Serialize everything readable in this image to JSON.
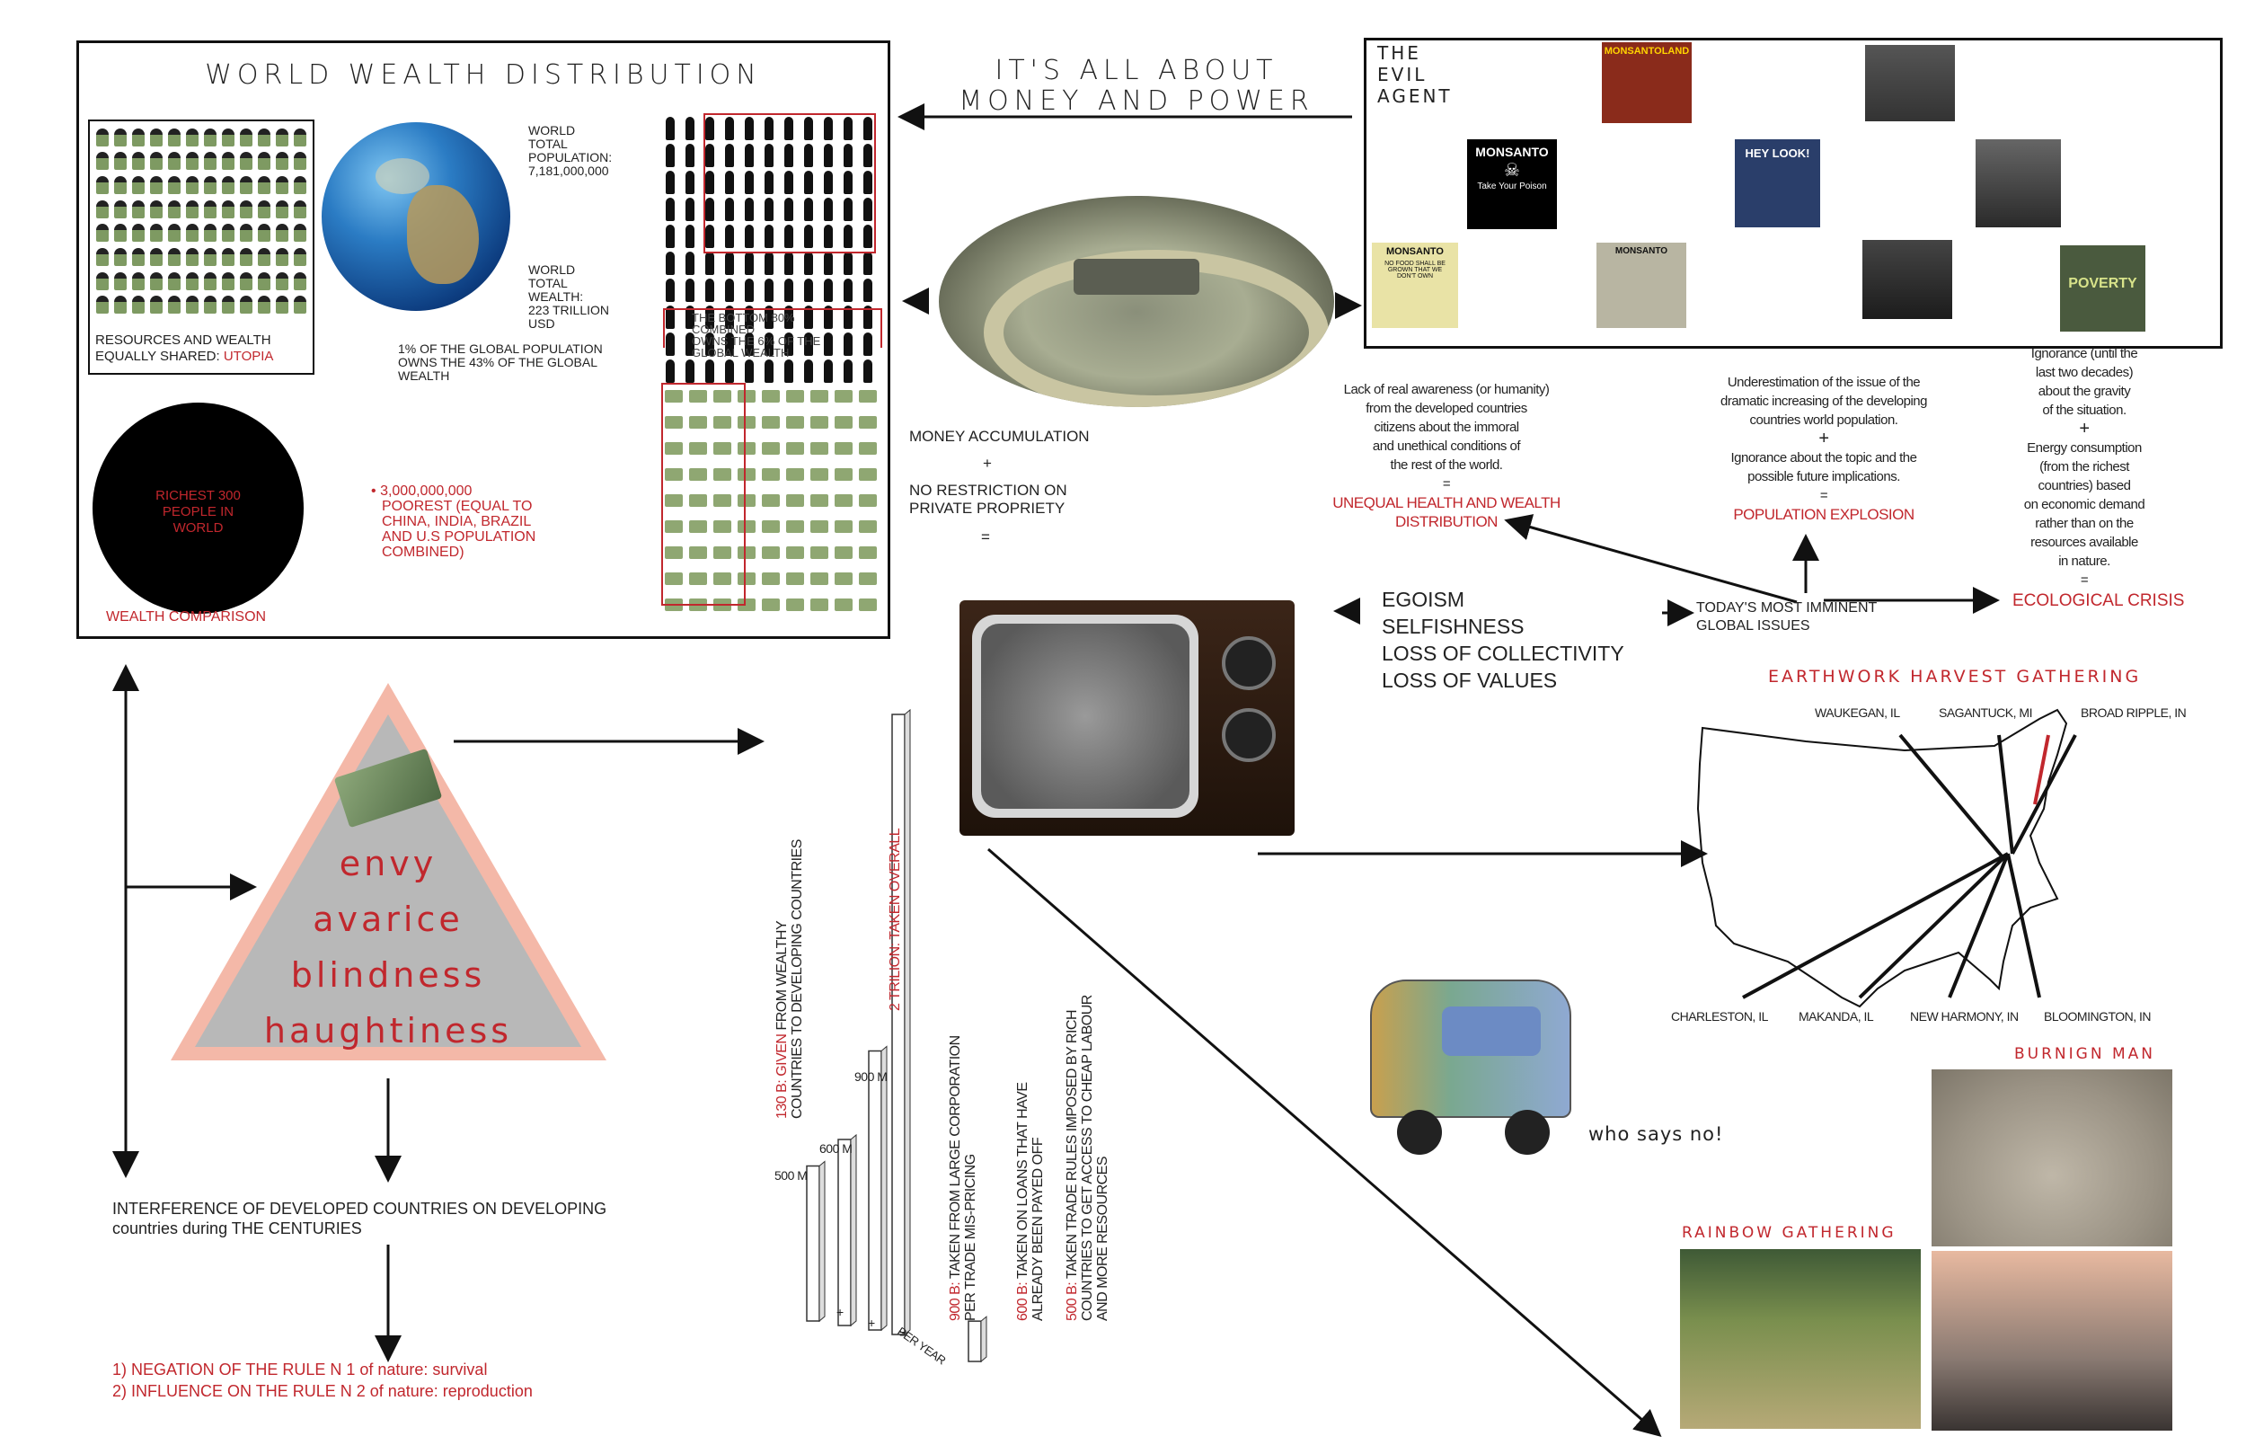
{
  "wealth_box": {
    "title": "WORLD WEALTH DISTRIBUTION",
    "population": [
      "WORLD",
      "TOTAL",
      "POPULATION:",
      "7,181,000,000"
    ],
    "wealth": [
      "WORLD",
      "TOTAL",
      "WEALTH:",
      "223 TRILLION",
      "USD"
    ],
    "utopia_text": "RESOURCES AND WEALTH",
    "utopia_text2": "EQUALLY SHARED:",
    "utopia_word": "UTOPIA",
    "one_percent": [
      "1% OF THE GLOBAL POPULATION",
      "OWNS THE 43% OF THE GLOBAL",
      "WEALTH"
    ],
    "bottom80": [
      "THE BOTTOM 80% COMBINED",
      "OWNS THE 6% OF THE",
      "GLOBAL WEALTH"
    ],
    "richest": [
      "RICHEST 300",
      "PEOPLE IN",
      "WORLD"
    ],
    "poorest": [
      "3,000,000,000",
      "POOREST (EQUAL TO",
      "CHINA, INDIA, BRAZIL",
      "AND U.S POPULATION",
      "COMBINED)"
    ],
    "comparison": "WEALTH COMPARISON",
    "bullet": "•"
  },
  "money_power": [
    "IT'S ALL ABOUT",
    "MONEY AND POWER"
  ],
  "evil_agent": {
    "title": [
      "THE",
      "EVIL",
      "AGENT"
    ],
    "posters": [
      "MONSANTOLAND",
      "MONSANTO",
      "Take Your Poison",
      "HEY LOOK!",
      "MONSANTO",
      "NO FOOD SHALL BE GROWN THAT WE DON'T OWN",
      "MONSANTO",
      "POVERTY"
    ]
  },
  "equation": {
    "money": "MONEY ACCUMULATION",
    "plus": "+",
    "no_restriction": [
      "NO RESTRICTION ON",
      "PRIVATE PROPRIETY"
    ],
    "equals": "="
  },
  "issues": {
    "awareness": [
      "Lack of real awareness (or humanity)",
      "from the developed countries",
      "citizens about the immoral",
      "and unethical conditions of",
      "the rest of the world."
    ],
    "awareness_eq": "=",
    "unequal": [
      "UNEQUAL  HEALTH AND WEALTH",
      "DISTRIBUTION"
    ],
    "under": [
      "Underestimation of the issue of the",
      "dramatic increasing of the developing",
      "countries world population."
    ],
    "under_plus": "+",
    "ignorance": [
      "Ignorance about the topic and the",
      "possible future implications."
    ],
    "under_eq": "=",
    "population": "POPULATION EXPLOSION",
    "ignorance_gravity": [
      "Ignorance (until the",
      "last two decades)",
      "about the gravity",
      "of the situation."
    ],
    "energy_plus": "+",
    "energy": [
      "Energy consumption",
      "(from the richest",
      "countries) based",
      "on economic demand",
      "rather than on the",
      "resources available",
      "in nature."
    ],
    "energy_eq": "=",
    "ecological": "ECOLOGICAL CRISIS",
    "imminent": [
      "TODAY'S MOST IMMINENT",
      "GLOBAL ISSUES"
    ],
    "egoism": [
      "EGOISM",
      "SELFISHNESS",
      "LOSS OF COLLECTIVITY",
      "LOSS OF VALUES"
    ]
  },
  "sins": [
    "envy",
    "avarice",
    "blindness",
    "haughtiness"
  ],
  "interference": [
    "INTERFERENCE OF DEVELOPED COUNTRIES ON DEVELOPING",
    "countries during THE CENTURIES"
  ],
  "rules": [
    "1)  NEGATION OF THE RULE N 1 of nature: survival",
    "2) INFLUENCE ON THE RULE N 2 of nature: reproduction"
  ],
  "chart_data": {
    "type": "bar",
    "categories": [
      "130B",
      "500 M",
      "600 M",
      "900 M",
      "2 TRILION"
    ],
    "values": [
      130,
      500,
      600,
      900,
      2000
    ],
    "bar_labels": [
      "500 M",
      "600 M",
      "900 M"
    ],
    "annotations": [
      {
        "red": "130 B: GIVEN",
        "text": " FROM WEALTHY",
        "line2": "COUNTRIES TO DEVELOPING COUNTRIES"
      },
      {
        "red": "2 TRILION: TAKEN OVERALL",
        "text": "",
        "line2": ""
      },
      {
        "red": "900 B:",
        "text": " TAKEN FROM LARGE CORPORATION",
        "line2": "PER TRADE MIS-PRICING"
      },
      {
        "red": "600 B:",
        "text": " TAKEN ON LOANS THAT HAVE",
        "line2": "ALREADY BEEN PAYED OFF"
      },
      {
        "red": "500 B:",
        "text": " TAKEN TRADE RULES IMPOSED BY RICH",
        "line2": "COUNTRIES TO GET ACCESS TO CHEAP LABOUR",
        "line3": "AND MORE RESOURCES"
      }
    ],
    "operators": [
      "+",
      "+",
      "="
    ],
    "per_year": "PER YEAR"
  },
  "map": {
    "title": "EARTHWORK HARVEST GATHERING",
    "cities": [
      "WAUKEGAN, IL",
      "SAGANTUCK, MI",
      "BROAD RIPPLE, IN",
      "CHARLESTON, IL",
      "MAKANDA, IL",
      "NEW HARMONY, IN",
      "BLOOMINGTON, IN"
    ]
  },
  "who_says_no": "who says no!",
  "burning_man": "BURNIGN MAN",
  "rainbow": "RAINBOW GATHERING",
  "colors": {
    "accent_red": "#c1272d",
    "triangle_fill": "#b8b8b8",
    "triangle_border": "#f4b8a8"
  }
}
